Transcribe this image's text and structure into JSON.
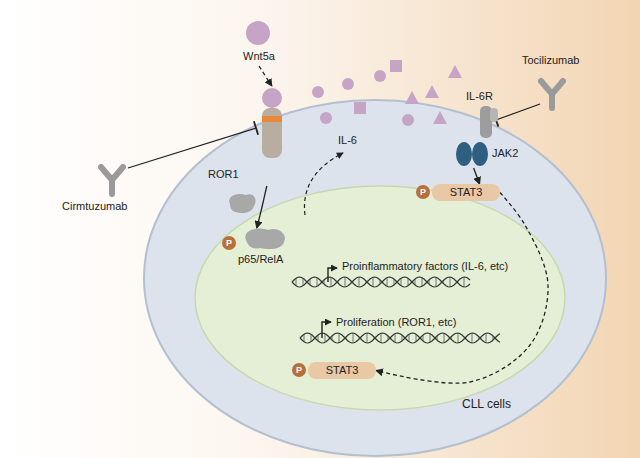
{
  "diagram": {
    "nodes": [
      {
        "text": [
          "Wnt5a"
        ]
      },
      {
        "text": [
          "CLL cells"
        ]
      },
      {
        "text": [
          "ROR1"
        ],
        "in": 1
      },
      {
        "text": [
          "p65/RelA"
        ],
        "in": 1
      },
      {
        "text": [
          "IL-6R"
        ],
        "in": 1
      },
      {
        "text": [
          "JAK2"
        ],
        "in": 1
      },
      {
        "text": [
          "STAT3"
        ],
        "in": 1
      },
      {
        "text": [
          "STAT3"
        ],
        "in": 1
      }
    ],
    "edges": [
      {
        "from": 0,
        "to": 2,
        "arrow": "to"
      },
      {
        "from": 2,
        "to": 3,
        "arrow": "to"
      },
      {
        "from": 5,
        "to": 6,
        "arrow": "to"
      },
      {
        "from": 6,
        "to": 7,
        "arrow": "to"
      }
    ],
    "labels": [
      "Cirmtuzumab",
      "Tocilizumab",
      "IL-6",
      "Proinflammatory factors (IL-6, etc)",
      "Proliferation (ROR1, etc)",
      "P",
      "P",
      "P"
    ]
  }
}
